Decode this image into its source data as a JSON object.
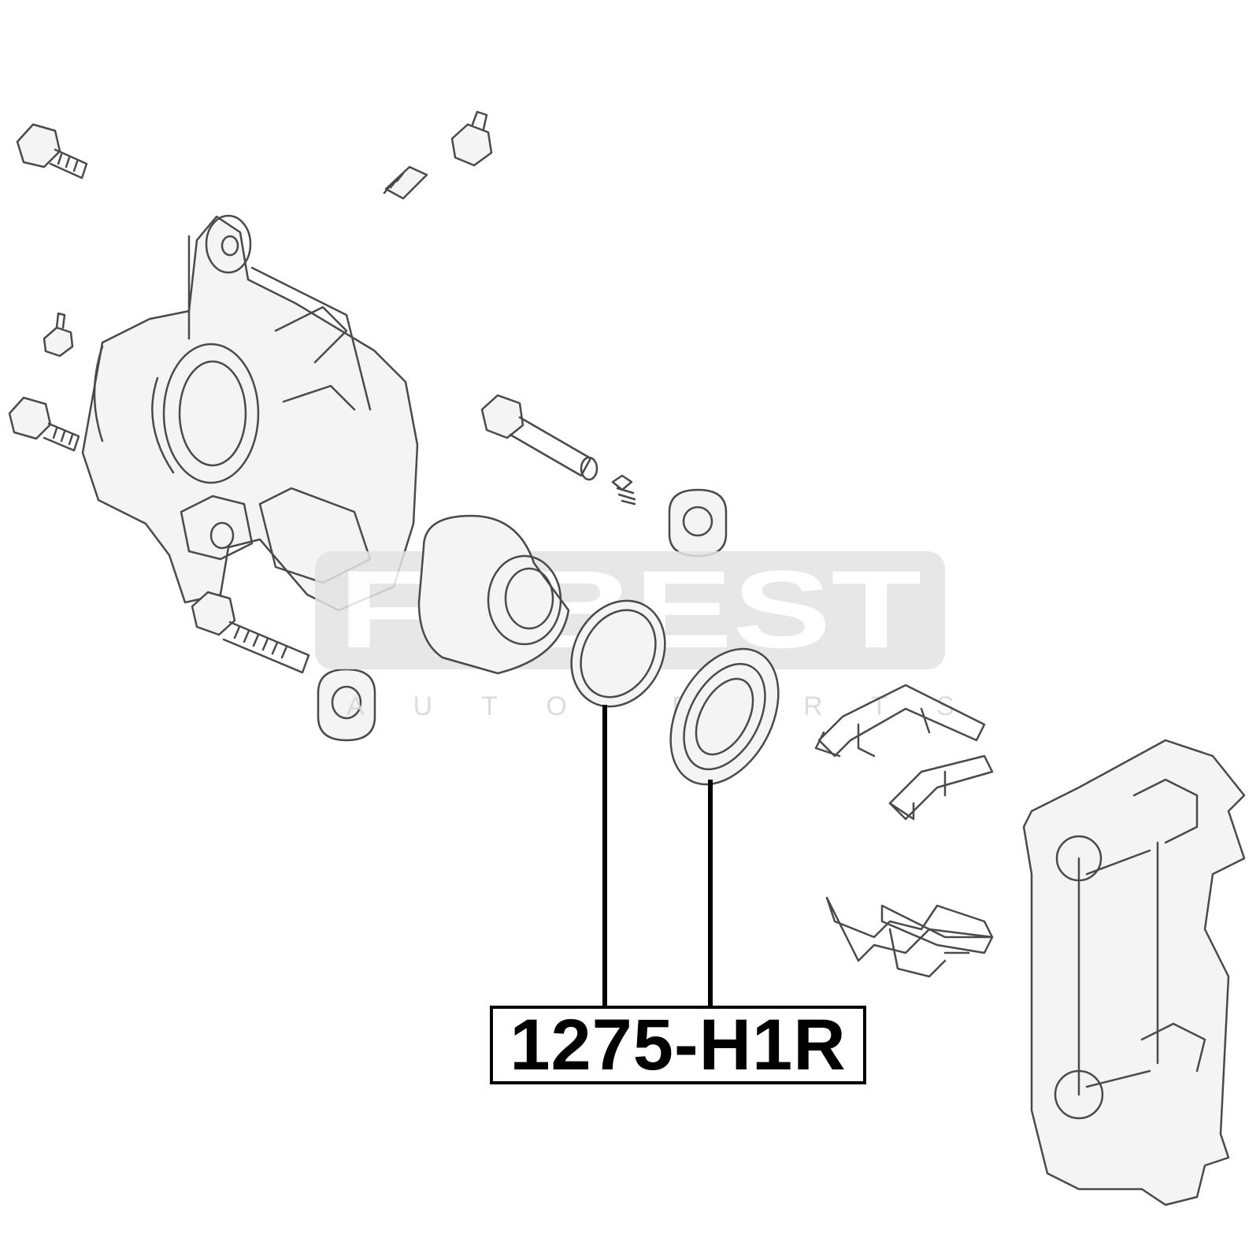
{
  "watermark": {
    "brand": "FEBEST",
    "subtitle": "AUTO PARTS",
    "color": "#e3e3e3"
  },
  "callout": {
    "part_number": "1275-H1R",
    "border_color": "#000000"
  },
  "components": [
    "bolt-icon",
    "bleeder-screw-icon",
    "caliper-housing-icon",
    "guide-pin-icon",
    "piston-icon",
    "piston-seal-ring-icon",
    "dust-boot-icon",
    "pad-clip-icon",
    "caliper-bracket-icon"
  ]
}
